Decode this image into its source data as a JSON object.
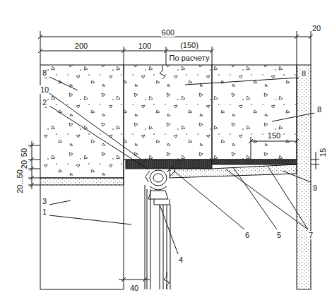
{
  "diagram": {
    "labels": [
      "600",
      "20",
      "200",
      "100",
      "(150)",
      "По расчету",
      "8",
      "10",
      "2",
      "50",
      "20",
      "20...50",
      "3",
      "1",
      "8",
      "8",
      "150",
      "15",
      "9",
      "6",
      "5",
      "7",
      "4",
      "40"
    ]
  }
}
